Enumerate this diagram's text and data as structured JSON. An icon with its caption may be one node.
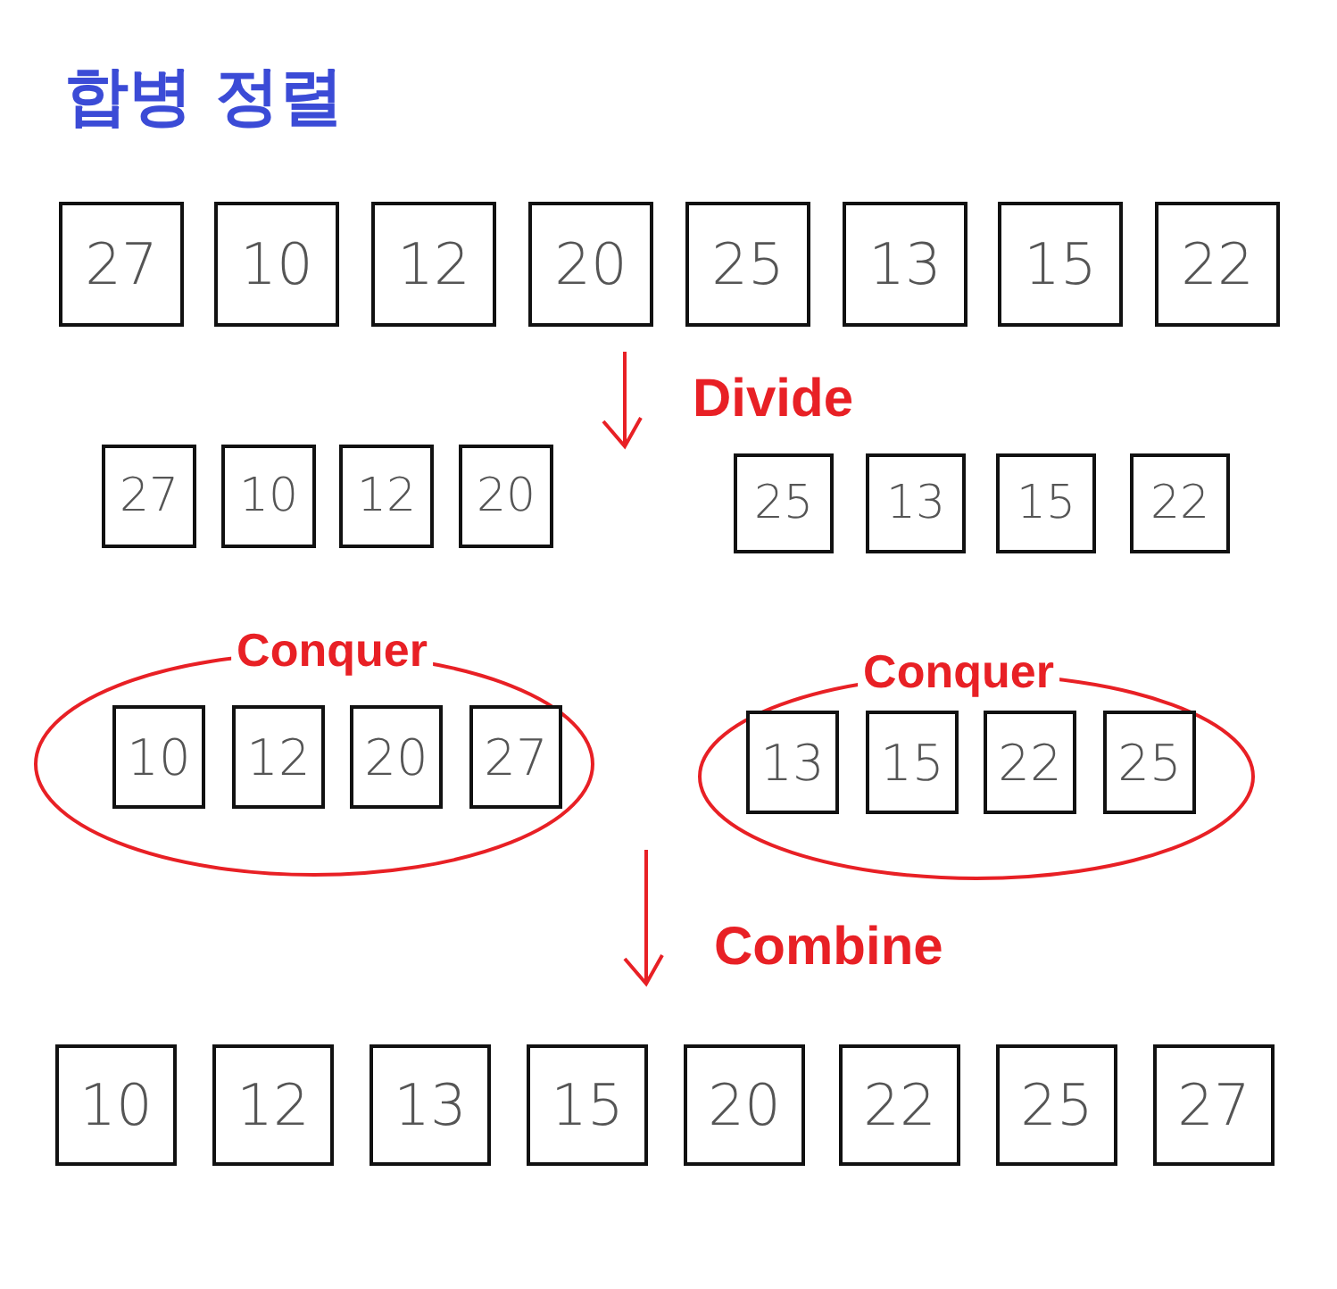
{
  "diagram": {
    "title": "합병 정렬",
    "nodes": [
      {
        "text": [
          "27"
        ]
      },
      {
        "text": [
          "10"
        ]
      },
      {
        "text": [
          "12"
        ]
      },
      {
        "text": [
          "20"
        ]
      },
      {
        "text": [
          "25"
        ]
      },
      {
        "text": [
          "13"
        ]
      },
      {
        "text": [
          "15"
        ]
      },
      {
        "text": [
          "22"
        ]
      },
      {
        "text": [
          "27"
        ]
      },
      {
        "text": [
          "10"
        ]
      },
      {
        "text": [
          "12"
        ]
      },
      {
        "text": [
          "20"
        ]
      },
      {
        "text": [
          "25"
        ]
      },
      {
        "text": [
          "13"
        ]
      },
      {
        "text": [
          "15"
        ]
      },
      {
        "text": [
          "22"
        ]
      },
      {
        "text": [
          "Conquer"
        ]
      },
      {
        "text": [
          "10"
        ],
        "in": 16
      },
      {
        "text": [
          "12"
        ],
        "in": 16
      },
      {
        "text": [
          "20"
        ],
        "in": 16
      },
      {
        "text": [
          "27"
        ],
        "in": 16
      },
      {
        "text": [
          "Conquer"
        ]
      },
      {
        "text": [
          "13"
        ],
        "in": 21
      },
      {
        "text": [
          "15"
        ],
        "in": 21
      },
      {
        "text": [
          "22"
        ],
        "in": 21
      },
      {
        "text": [
          "25"
        ],
        "in": 21
      },
      {
        "text": [
          "10"
        ]
      },
      {
        "text": [
          "12"
        ]
      },
      {
        "text": [
          "13"
        ]
      },
      {
        "text": [
          "15"
        ]
      },
      {
        "text": [
          "20"
        ]
      },
      {
        "text": [
          "22"
        ]
      },
      {
        "text": [
          "25"
        ]
      },
      {
        "text": [
          "27"
        ]
      }
    ],
    "labels": [
      "Divide",
      "Combine"
    ]
  }
}
